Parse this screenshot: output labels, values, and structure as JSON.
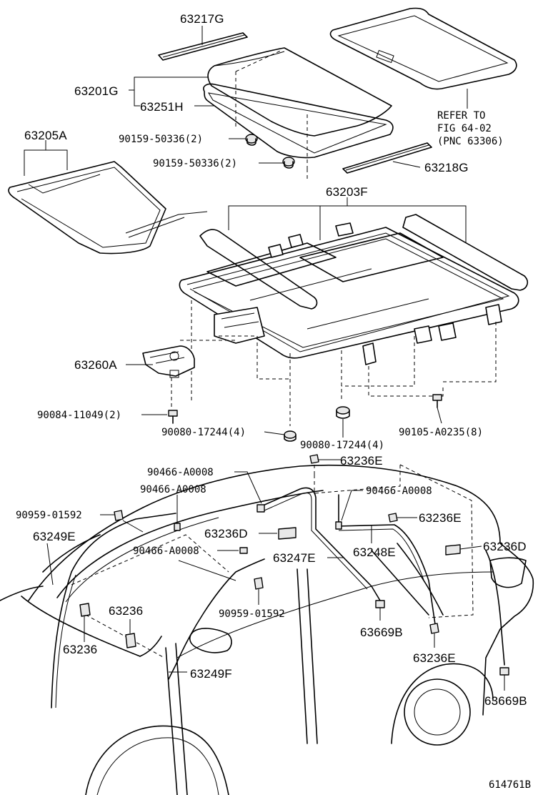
{
  "diagram": {
    "figure_id": "614761B",
    "labels": {
      "p63217G": "63217G",
      "p63201G": "63201G",
      "p63251H": "63251H",
      "p63205A": "63205A",
      "bolt1": "90159-50336(2)",
      "bolt2": "90159-50336(2)",
      "p63218G": "63218G",
      "p63203F": "63203F",
      "p63260A": "63260A",
      "bolt3": "90084-11049(2)",
      "bolt4": "90080-17244(4)",
      "bolt5": "90080-17244(4)",
      "bolt6": "90105-A0235(8)",
      "p63236E_a": "63236E",
      "clamp1": "90466-A0008",
      "clamp2": "90466-A0008",
      "clamp3": "90466-A0008",
      "clamp4": "90466-A0008",
      "clip1": "90959-01592",
      "clip2": "90959-01592",
      "p63249E": "63249E",
      "p63236D_a": "63236D",
      "p63236E_b": "63236E",
      "p63236D_b": "63236D",
      "p63247E": "63247E",
      "p63248E": "63248E",
      "p63236_a": "63236",
      "p63236_b": "63236",
      "p63669B_a": "63669B",
      "p63236E_c": "63236E",
      "p63249F": "63249F",
      "p63669B_b": "63669B"
    },
    "reference_note": {
      "line1": "REFER TO",
      "line2": "FIG 64-02",
      "line3": "(PNC 63306)"
    }
  }
}
